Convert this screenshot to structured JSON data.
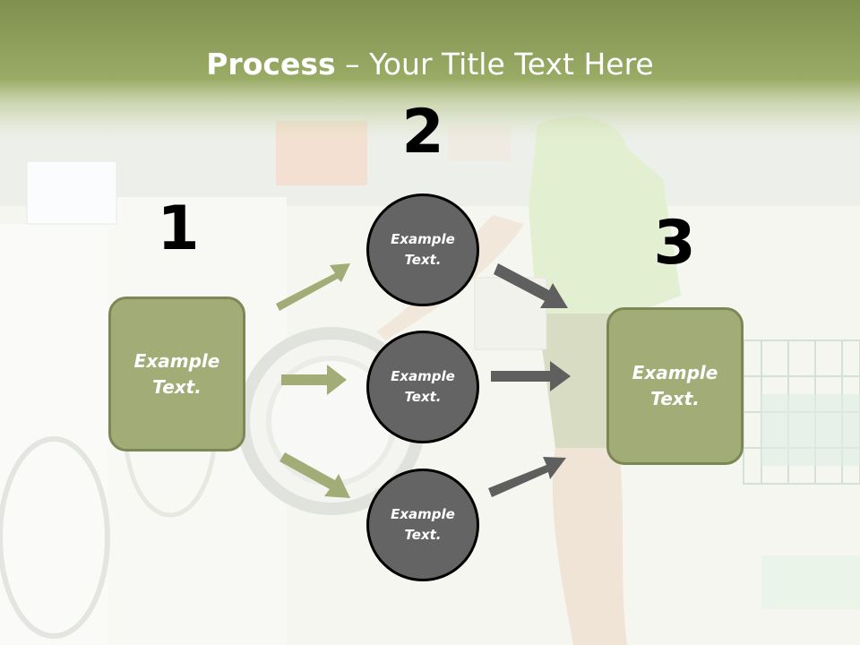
{
  "slide": {
    "title_bold": "Process",
    "title_rest": " – Your Title Text Here",
    "colors": {
      "banner": "#8b9a56",
      "box_fill": "#a2ac77",
      "box_border": "#7c8755",
      "circle_fill": "#646464",
      "arrow_green": "#a2ac77",
      "arrow_gray": "#5f5f5f"
    },
    "background_photo": "laundromat-shopper-photo"
  },
  "steps": {
    "n1": "1",
    "n2": "2",
    "n3": "3"
  },
  "nodes": {
    "box1": "Example\nText.",
    "circle_top": "Example\nText.",
    "circle_mid": "Example\nText.",
    "circle_bottom": "Example\nText.",
    "box3": "Example\nText."
  },
  "icons": {
    "left_arrows": "arrow-right-icon",
    "right_arrows": "arrow-right-icon"
  }
}
